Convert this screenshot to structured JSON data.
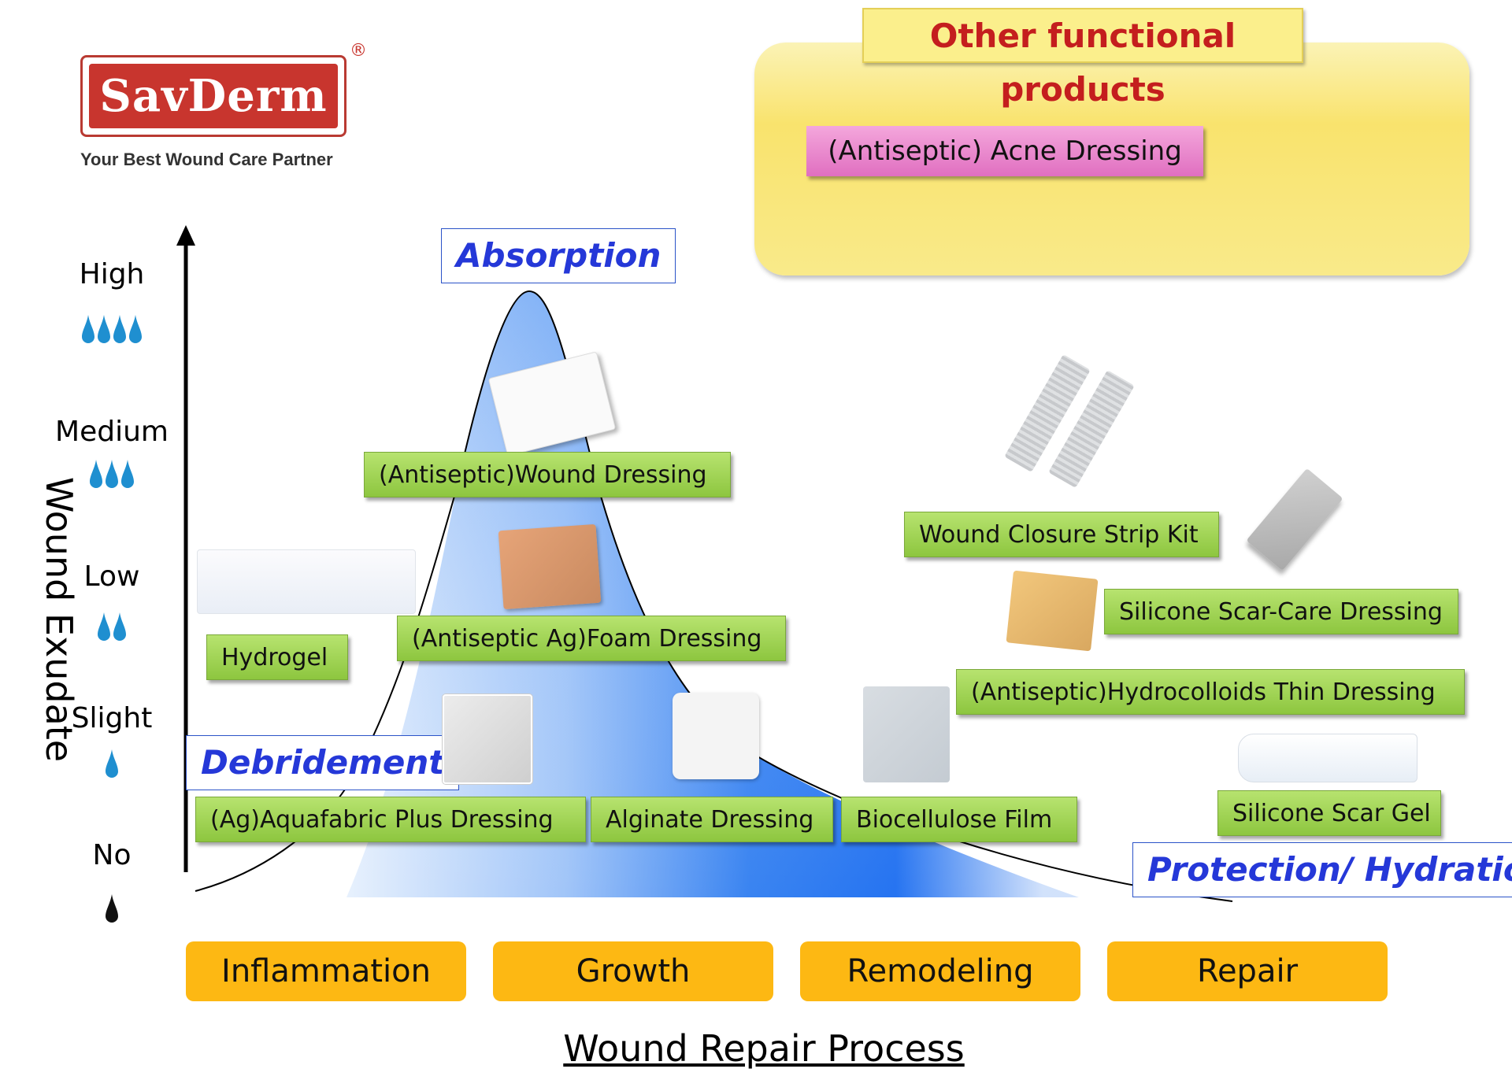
{
  "logo": {
    "brand": "SavDerm",
    "registered": "®",
    "tagline": "Your Best Wound Care Partner"
  },
  "y_axis": {
    "title": "Wound Exudate",
    "levels": [
      {
        "label": "High",
        "drops": 4
      },
      {
        "label": "Medium",
        "drops": 3
      },
      {
        "label": "Low",
        "drops": 2
      },
      {
        "label": "Slight",
        "drops": 1
      },
      {
        "label": "No",
        "drops": 1
      }
    ]
  },
  "x_axis": {
    "title": "Wound Repair Process",
    "stages": [
      "Inflammation",
      "Growth",
      "Remodeling",
      "Repair"
    ]
  },
  "phases": {
    "absorption": "Absorption",
    "debridement": "Debridement",
    "protection": "Protection/ Hydration"
  },
  "products": {
    "wound_dressing": "(Antiseptic)Wound Dressing",
    "foam_dressing": "(Antiseptic Ag)Foam Dressing",
    "hydrogel": "Hydrogel",
    "aquafabric": "(Ag)Aquafabric Plus Dressing",
    "alginate": "Alginate Dressing",
    "biocellulose": "Biocellulose Film",
    "closure_strip": "Wound Closure Strip Kit",
    "scar_care": "Silicone Scar-Care Dressing",
    "hydrocolloids": "(Antiseptic)Hydrocolloids Thin  Dressing",
    "scar_gel": "Silicone Scar Gel"
  },
  "other": {
    "title": "Other functional products",
    "acne": "(Antiseptic) Acne Dressing"
  },
  "colors": {
    "stage": "#fdb813",
    "label_green": "#8dc63f",
    "phase_text": "#2538d8",
    "brand_red": "#c8352e",
    "curve_blue": "#1a6cf0"
  }
}
